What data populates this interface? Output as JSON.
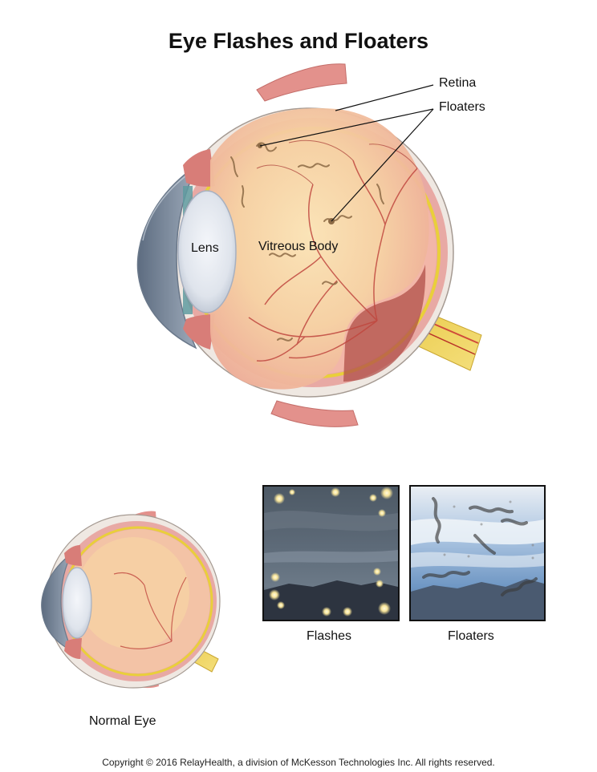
{
  "title": "Eye Flashes and Floaters",
  "main_eye": {
    "labels": {
      "retina": "Retina",
      "floaters": "Floaters",
      "lens": "Lens",
      "vitreous": "Vitreous Body"
    }
  },
  "normal_eye": {
    "caption": "Normal Eye"
  },
  "panels": {
    "flashes": {
      "caption": "Flashes"
    },
    "floaters": {
      "caption": "Floaters"
    }
  },
  "copyright": "Copyright © 2016 RelayHealth, a division of McKesson Technologies Inc. All rights reserved."
}
